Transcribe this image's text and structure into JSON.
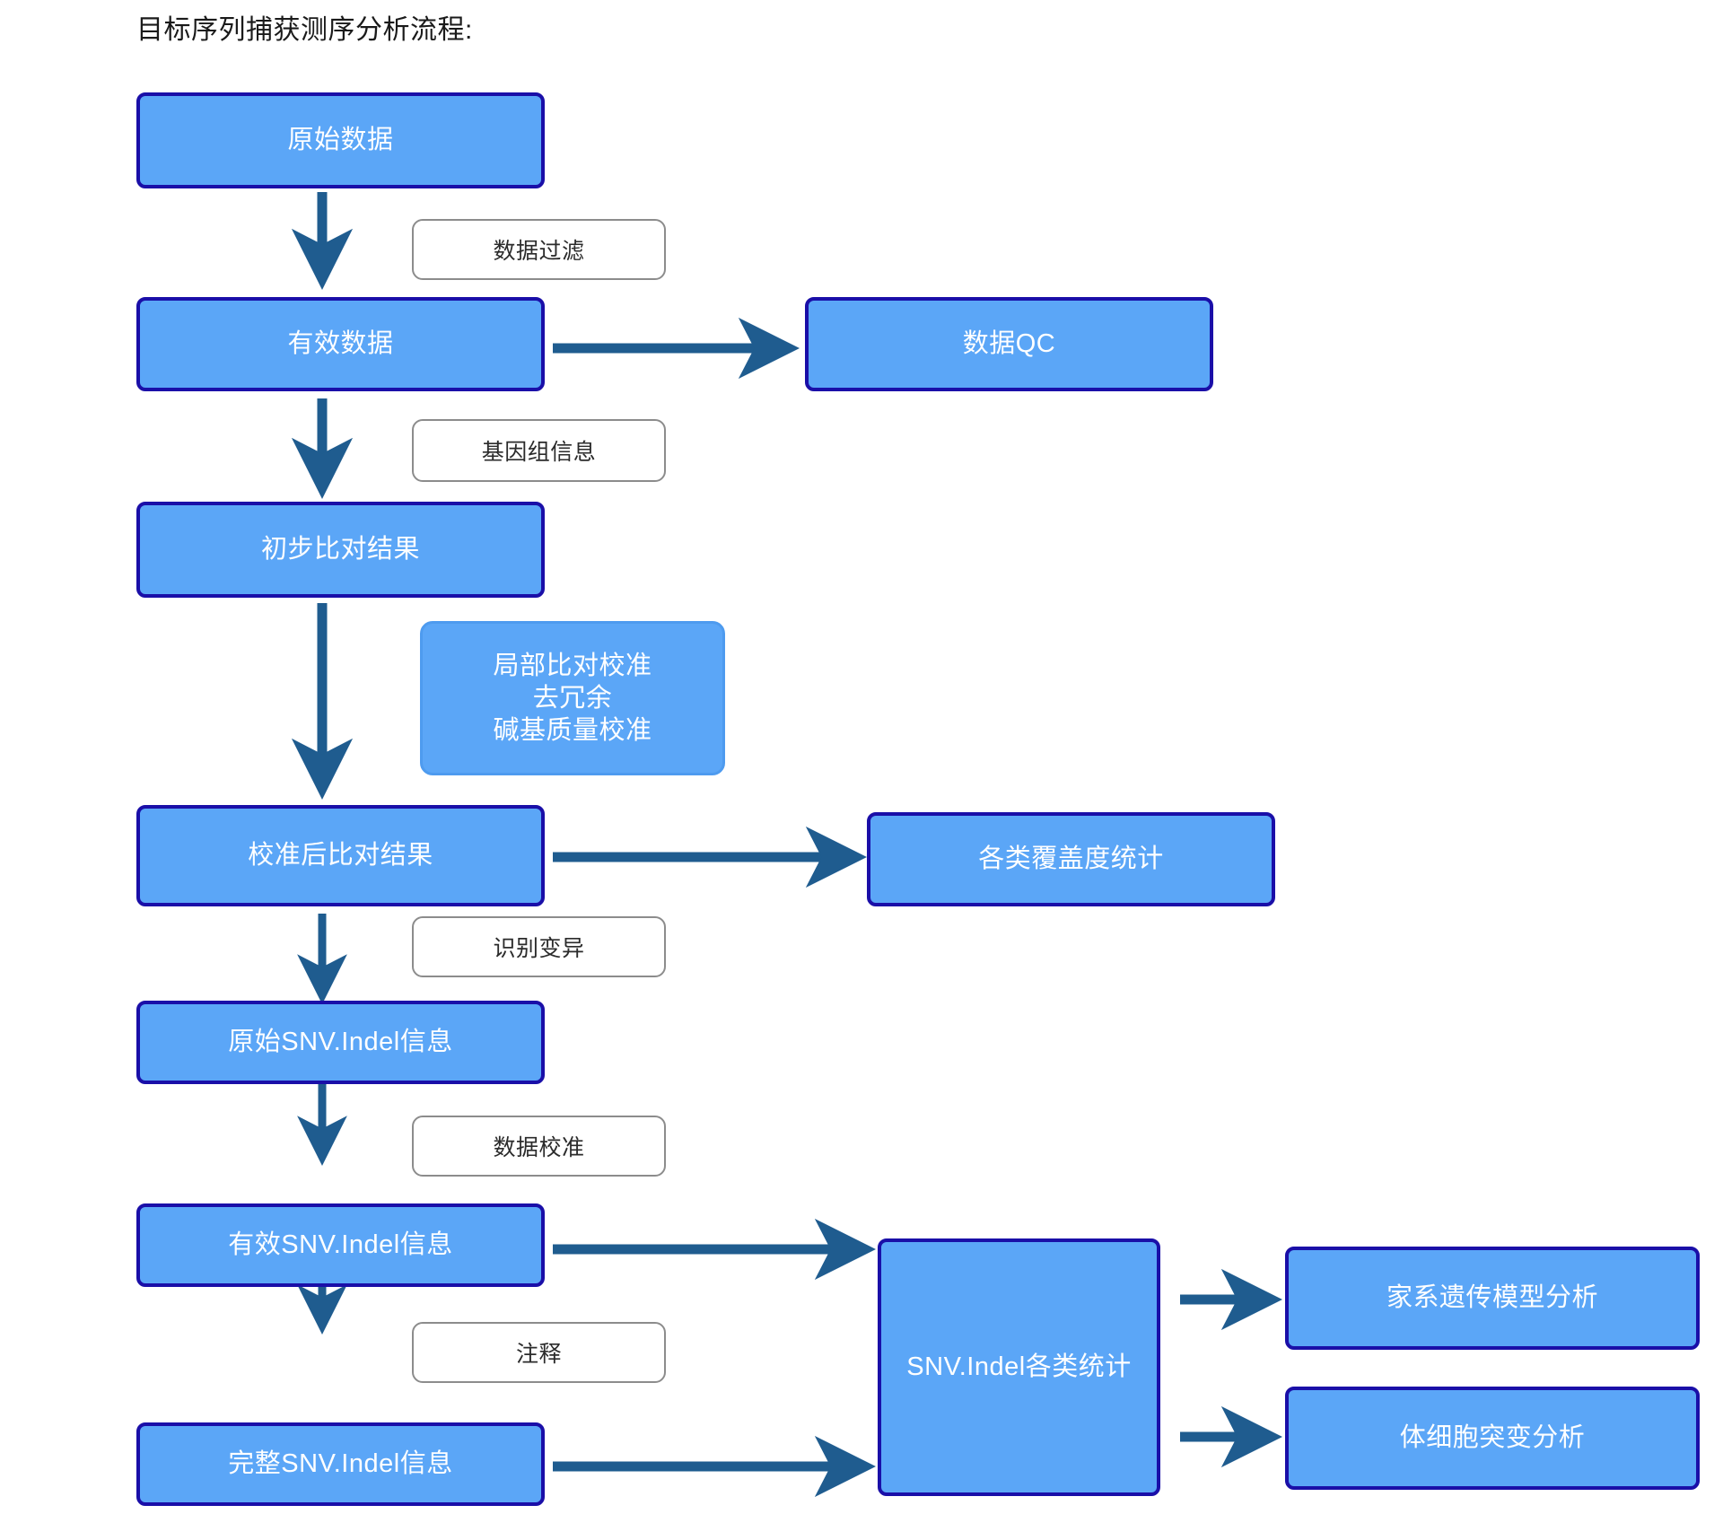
{
  "title": "目标序列捕获测序分析流程:",
  "colors": {
    "node_fill": "#5BA6F7",
    "node_border": "#1A0FA8",
    "node_soft_border": "#4E9BEF",
    "node_text": "#FFFFFF",
    "edge_label_fill": "#FFFFFF",
    "edge_label_border": "#8C8C8C",
    "edge_label_text": "#2B2B2B",
    "arrow": "#1F5C8F",
    "title_text": "#1A1A1A",
    "background": "#FFFFFF"
  },
  "nodes": {
    "raw_data": "原始数据",
    "valid_data": "有效数据",
    "data_qc": "数据QC",
    "initial_alignment": "初步比对结果",
    "realign_box_line1": "局部比对校准",
    "realign_box_line2": "去冗余",
    "realign_box_line3": "碱基质量校准",
    "calibrated_alignment": "校准后比对结果",
    "coverage_stats": "各类覆盖度统计",
    "raw_snv_indel": "原始SNV.Indel信息",
    "valid_snv_indel": "有效SNV.Indel信息",
    "complete_snv_indel": "完整SNV.Indel信息",
    "snv_indel_stats": "SNV.Indel各类统计",
    "pedigree_analysis": "家系遗传模型分析",
    "somatic_analysis": "体细胞突变分析"
  },
  "edge_labels": {
    "data_filter": "数据过滤",
    "genome_info": "基因组信息",
    "variant_calling": "识别变异",
    "data_calibration": "数据校准",
    "annotation": "注释"
  },
  "chart_data": {
    "type": "diagram",
    "title": "目标序列捕获测序分析流程:",
    "diagram_kind": "flowchart",
    "orientation": "top-to-bottom with right branches",
    "nodes": [
      {
        "id": "raw_data",
        "label": "原始数据",
        "style": "process"
      },
      {
        "id": "valid_data",
        "label": "有效数据",
        "style": "process"
      },
      {
        "id": "data_qc",
        "label": "数据QC",
        "style": "process"
      },
      {
        "id": "initial_alignment",
        "label": "初步比对结果",
        "style": "process"
      },
      {
        "id": "realign_note",
        "label": "局部比对校准 / 去冗余 / 碱基质量校准",
        "style": "soft-process"
      },
      {
        "id": "calibrated_alignment",
        "label": "校准后比对结果",
        "style": "process"
      },
      {
        "id": "coverage_stats",
        "label": "各类覆盖度统计",
        "style": "process"
      },
      {
        "id": "raw_snv_indel",
        "label": "原始SNV.Indel信息",
        "style": "process"
      },
      {
        "id": "valid_snv_indel",
        "label": "有效SNV.Indel信息",
        "style": "process"
      },
      {
        "id": "complete_snv_indel",
        "label": "完整SNV.Indel信息",
        "style": "process"
      },
      {
        "id": "snv_indel_stats",
        "label": "SNV.Indel各类统计",
        "style": "process"
      },
      {
        "id": "pedigree_analysis",
        "label": "家系遗传模型分析",
        "style": "process"
      },
      {
        "id": "somatic_analysis",
        "label": "体细胞突变分析",
        "style": "process"
      }
    ],
    "edges": [
      {
        "from": "raw_data",
        "to": "valid_data",
        "label": "数据过滤"
      },
      {
        "from": "valid_data",
        "to": "data_qc",
        "label": ""
      },
      {
        "from": "valid_data",
        "to": "initial_alignment",
        "label": "基因组信息"
      },
      {
        "from": "initial_alignment",
        "to": "calibrated_alignment",
        "label": ""
      },
      {
        "from": "calibrated_alignment",
        "to": "coverage_stats",
        "label": ""
      },
      {
        "from": "calibrated_alignment",
        "to": "raw_snv_indel",
        "label": "识别变异"
      },
      {
        "from": "raw_snv_indel",
        "to": "valid_snv_indel",
        "label": "数据校准"
      },
      {
        "from": "valid_snv_indel",
        "to": "snv_indel_stats",
        "label": ""
      },
      {
        "from": "valid_snv_indel",
        "to": "complete_snv_indel",
        "label": "注释"
      },
      {
        "from": "complete_snv_indel",
        "to": "snv_indel_stats",
        "label": ""
      },
      {
        "from": "snv_indel_stats",
        "to": "pedigree_analysis",
        "label": ""
      },
      {
        "from": "snv_indel_stats",
        "to": "somatic_analysis",
        "label": ""
      }
    ]
  }
}
